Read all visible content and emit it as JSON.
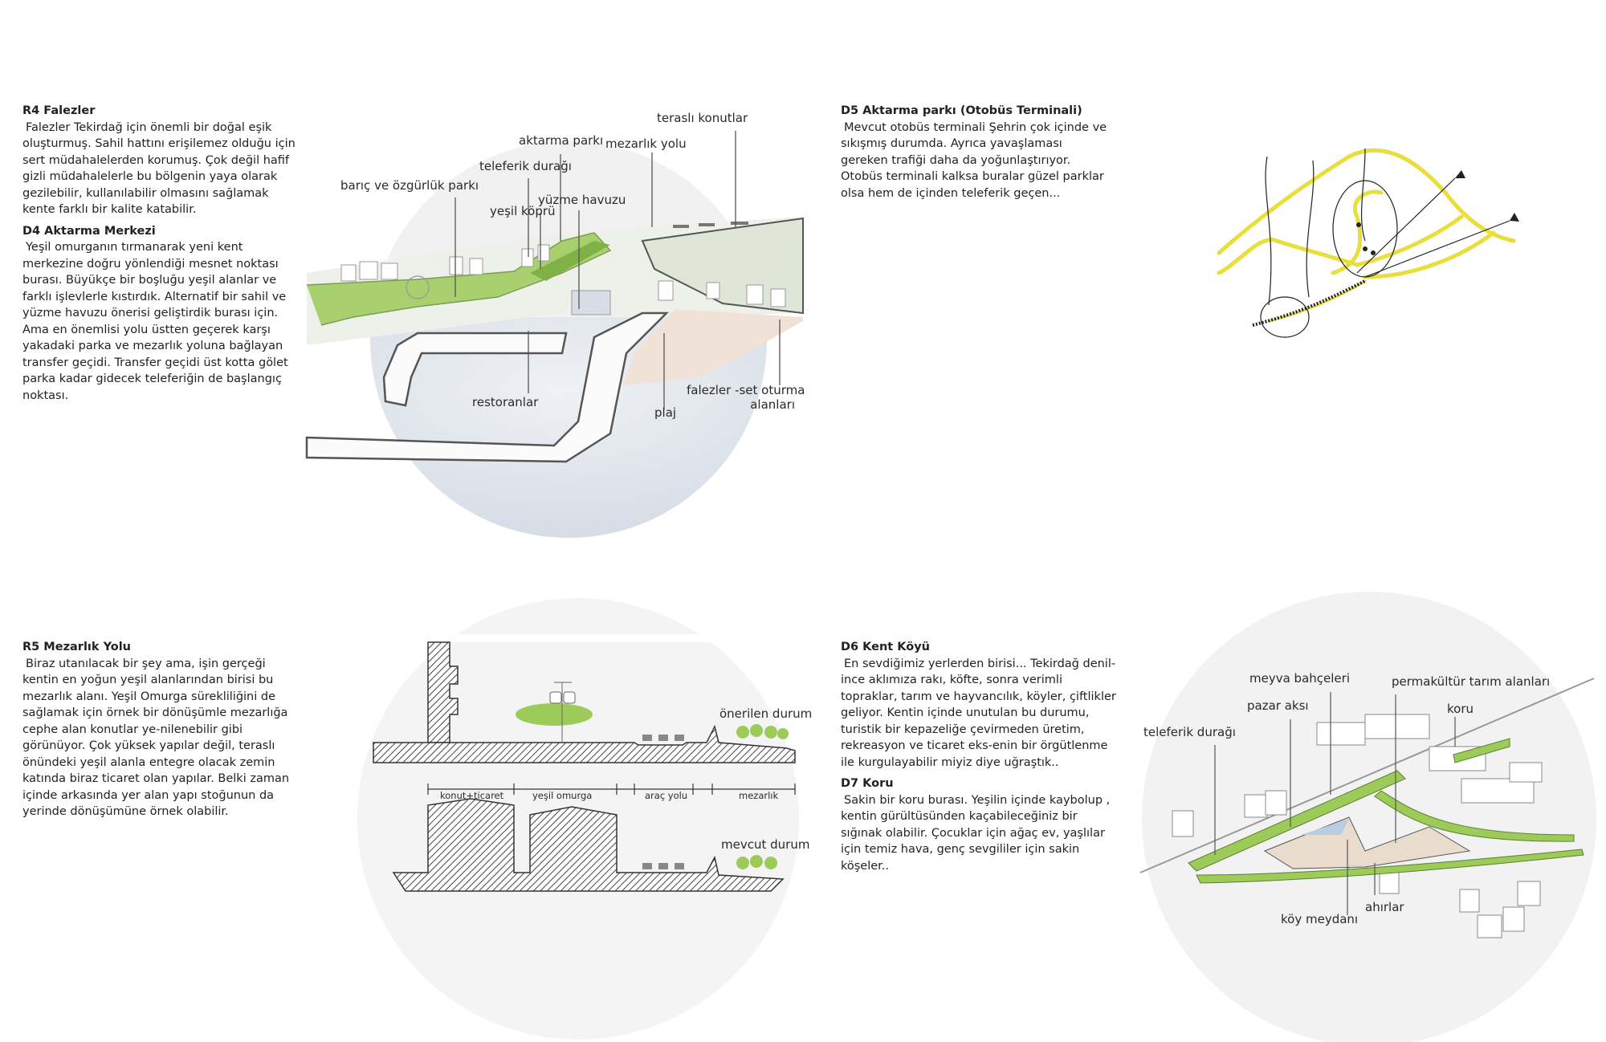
{
  "sections": {
    "r4": {
      "title": "R4 Falezler",
      "body": "Falezler Tekirdağ için önemli bir doğal eşik oluşturmuş. Sahil hattını erişilemez olduğu için sert müdahalelerden korumuş. Çok değil hafif gizli müdahalelerle  bu bölgenin yaya olarak gezilebilir, kullanılabilir olmasını sağlamak kente farklı bir kalite katabilir."
    },
    "d4": {
      "title": "D4 Aktarma Merkezi",
      "body": "Yeşil omurganın tırmanarak yeni kent merkezine doğru yönlendiği mesnet noktası burası. Büyükçe bir boşluğu yeşil alanlar ve farklı işlevlerle kıstırdık. Alternatif bir sahil ve yüzme havuzu önerisi geliştirdik burası için. Ama en önemlisi yolu üstten geçerek karşı yakadaki parka ve mezarlık yoluna bağlayan transfer geçidi. Transfer geçidi üst kotta gölet parka kadar gidecek teleferiğin de başlangıç noktası."
    },
    "d5": {
      "title": "D5 Aktarma parkı (Otobüs Terminali)",
      "body": "Mevcut otobüs terminali Şehrin çok içinde ve sıkışmış durumda. Ayrıca yavaşlaması gereken trafiği daha da yoğunlaştırıyor. Otobüs terminali kalksa buralar güzel parklar olsa  hem de içinden teleferik geçen..."
    },
    "r5": {
      "title": "R5 Mezarlık Yolu",
      "body": "Biraz utanılacak bir şey ama, işin gerçeği kentin en yoğun yeşil alanlarından birisi bu mezarlık alanı. Yeşil Omurga sürekliliğini de sağlamak için örnek bir dönüşümle mezarlığa cephe alan konutlar ye-nilenebilir gibi görünüyor. Çok yüksek yapılar değil, teraslı önündeki yeşil alanla entegre olacak zemin katında biraz ticaret olan yapılar. Belki zaman içinde arkasında yer alan yapı stoğunun da yerinde dönüşümüne örnek olabilir."
    },
    "d6": {
      "title": "D6 Kent Köyü",
      "body": "En sevdiğimiz yerlerden birisi... Tekirdağ denil-ince aklımıza rakı, köfte, sonra verimli topraklar, tarım ve hayvancılık, köyler, çiftlikler geliyor. Kentin içinde unutulan bu durumu, turistik bir kepazeliğe çevirmeden üretim, rekreasyon ve ticaret eks-enin bir örgütlenme ile kurgulayabilir miyiz diye uğraştık.."
    },
    "d7": {
      "title": "D7 Koru",
      "body": "Sakin bir koru burası. Yeşilin içinde kaybolup , kentin gürültüsünden kaçabileceğiniz bir sığınak olabilir. Çocuklar için ağaç ev, yaşlılar için temiz hava, genç sevgililer için sakin köşeler.."
    }
  },
  "diagram_aktarma": {
    "labels": {
      "terasli_konutlar": "teraslı konutlar",
      "aktarma_parki": "aktarma parkı",
      "mezarlik_yolu": "mezarlık yolu",
      "teleferik_duragi": "teleferik durağı",
      "baris_park": "barıç ve özgürlük parkı",
      "yuzme_havuzu": "yüzme havuzu",
      "yesil_kopru": "yeşil köprü",
      "restoranlar": "restoranlar",
      "plaj": "plaj",
      "falezler_1": "falezler -set oturma",
      "falezler_2": "alanları"
    }
  },
  "diagram_section": {
    "proposed": "önerilen durum",
    "existing": "mevcut durum",
    "zones": [
      "konut+ticaret",
      "yeşil omurga",
      "araç yolu",
      "mezarlık"
    ]
  },
  "diagram_kentkoyu": {
    "labels": {
      "meyva": "meyva bahçeleri",
      "permakultur": "permakültür tarım alanları",
      "pazar": "pazar aksı",
      "koru": "koru",
      "teleferik": "teleferik durağı",
      "ahirlar": "ahırlar",
      "koy_meydani": "köy meydanı"
    }
  },
  "colors": {
    "green": "#9ccb5a",
    "water": "#d4dbe5",
    "sand": "#f0e2d6",
    "circle": "#f1f1f1",
    "sketch_yellow": "#e8de3c"
  }
}
